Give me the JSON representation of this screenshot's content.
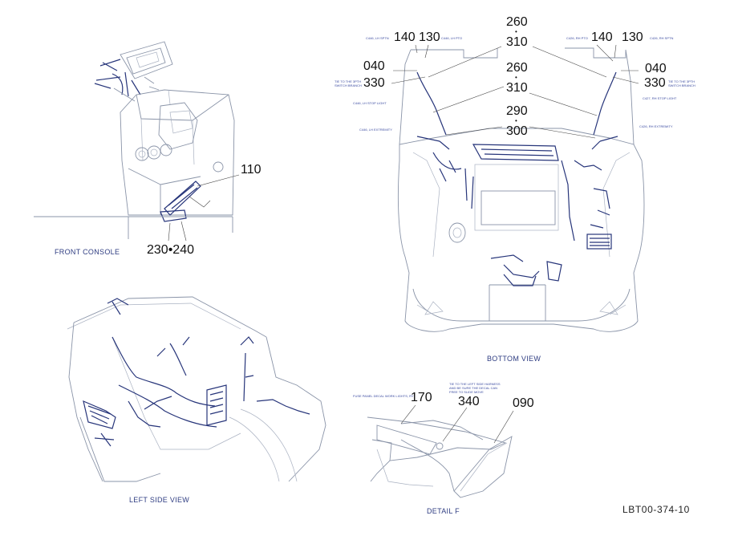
{
  "views": {
    "front_console": "FRONT CONSOLE",
    "bottom_view": "BOTTOM VIEW",
    "left_side_view": "LEFT SIDE VIEW",
    "detail_f": "DETAIL  F"
  },
  "callouts": {
    "c110": "110",
    "c230_240": "230•240",
    "c140_left": "140",
    "c130_left": "130",
    "c260a": "260",
    "c310a": "310",
    "c260b": "260",
    "c310b": "310",
    "c290": "290",
    "c300": "300",
    "c140_right": "140",
    "c130_right": "130",
    "c040_left": "040",
    "c330_left": "330",
    "c040_right": "040",
    "c330_right": "330",
    "c170": "170",
    "c340": "340",
    "c090": "090"
  },
  "notes": {
    "lh_sptn": "C446, LH SPTN",
    "lh_pto": "C446, LH PTO",
    "rh_pto": "C426, RH PTO",
    "rh_sptn": "C426, RH SPTN",
    "tie_left": "TIE TO THE 3PTH\nSWITCH BRANCH",
    "tie_right": "TIE TO THE 3PTH\nSWITCH BRANCH",
    "lh_stop": "C446, LH STOP LIGHT",
    "rh_stop": "C427, RH STOP LIGHT",
    "lh_ext": "C446, LH EXTREMITY",
    "rh_ext": "C426, RH EXTREMITY",
    "fuse_panel": "FUSE PANEL DECAL WORK LIGHTS, RY",
    "tie_harness": "TIE TO THE LEFT SIDE HARNESS\nAND BE SURE THE DECAL CAN\nFREE TO SLIDE MOVE"
  },
  "separator": "•",
  "drawing_number": "LBT00-374-10",
  "colors": {
    "line": "#8a94a8",
    "harness": "#27357a",
    "caption": "#2f3d82"
  }
}
